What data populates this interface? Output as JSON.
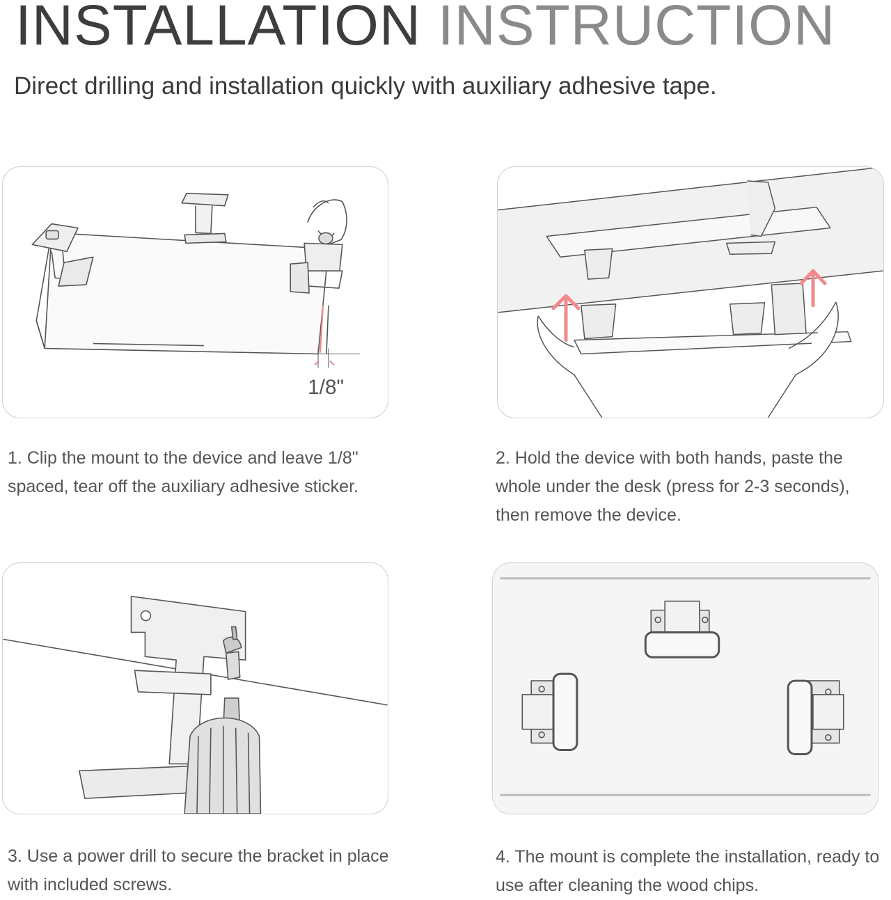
{
  "header": {
    "title_part1": "INSTALLATION",
    "title_part2": "INSTRUCTION",
    "subtitle": "Direct drilling and installation quickly with auxiliary adhesive tape."
  },
  "steps": [
    {
      "caption": "1. Clip the mount to the device and leave 1/8\" spaced, tear off the auxiliary adhesive sticker.",
      "measure_label": "1/8\""
    },
    {
      "caption": "2. Hold the device with both hands, paste the whole under the desk (press for 2-3 seconds), then remove the device."
    },
    {
      "caption": "3. Use a power drill to secure the bracket in place with included screws."
    },
    {
      "caption": "4. The mount is complete the installation, ready to use after cleaning the wood chips."
    }
  ],
  "colors": {
    "title_dark": "#3d3d3d",
    "title_light": "#8a8a8a",
    "arrow": "#f08a8f",
    "line": "#555555"
  }
}
